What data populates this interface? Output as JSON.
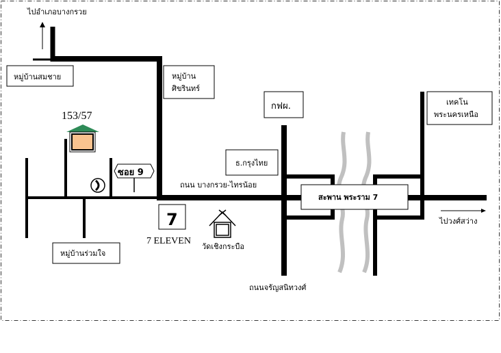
{
  "colors": {
    "roof": "#2e8b57",
    "house": "#f9c38f",
    "river": "#c0c0c0"
  },
  "labels": {
    "to_bang_kruai": "ไปอำเภอบางกรวย",
    "village_somchai": "หมู่บ้านสมชาย",
    "village_sikharin_1": "หมู่บ้าน",
    "village_sikharin_2": "ศิขรินทร์",
    "house_number": "153/57",
    "soi": "ซอย 9",
    "road_bangkruai": "ถนน บางกรวย-ไทรน้อย",
    "krungthai": "ธ.กรุงไทย",
    "egat": "กฟผ.",
    "techno_1": "เทคโน",
    "techno_2": "พระนครเหนือ",
    "bridge": "สะพาน พระราม 7",
    "to_wongsawang": "ไปวงศ์สว่าง",
    "seven_logo": "7",
    "seven_eleven": "7 ELEVEN",
    "temple": "วัดเชิงกระบือ",
    "village_ruamjai": "หมู่บ้านร่วมใจ",
    "road_charansanitwong": "ถนนจรัญสนิทวงศ์"
  }
}
